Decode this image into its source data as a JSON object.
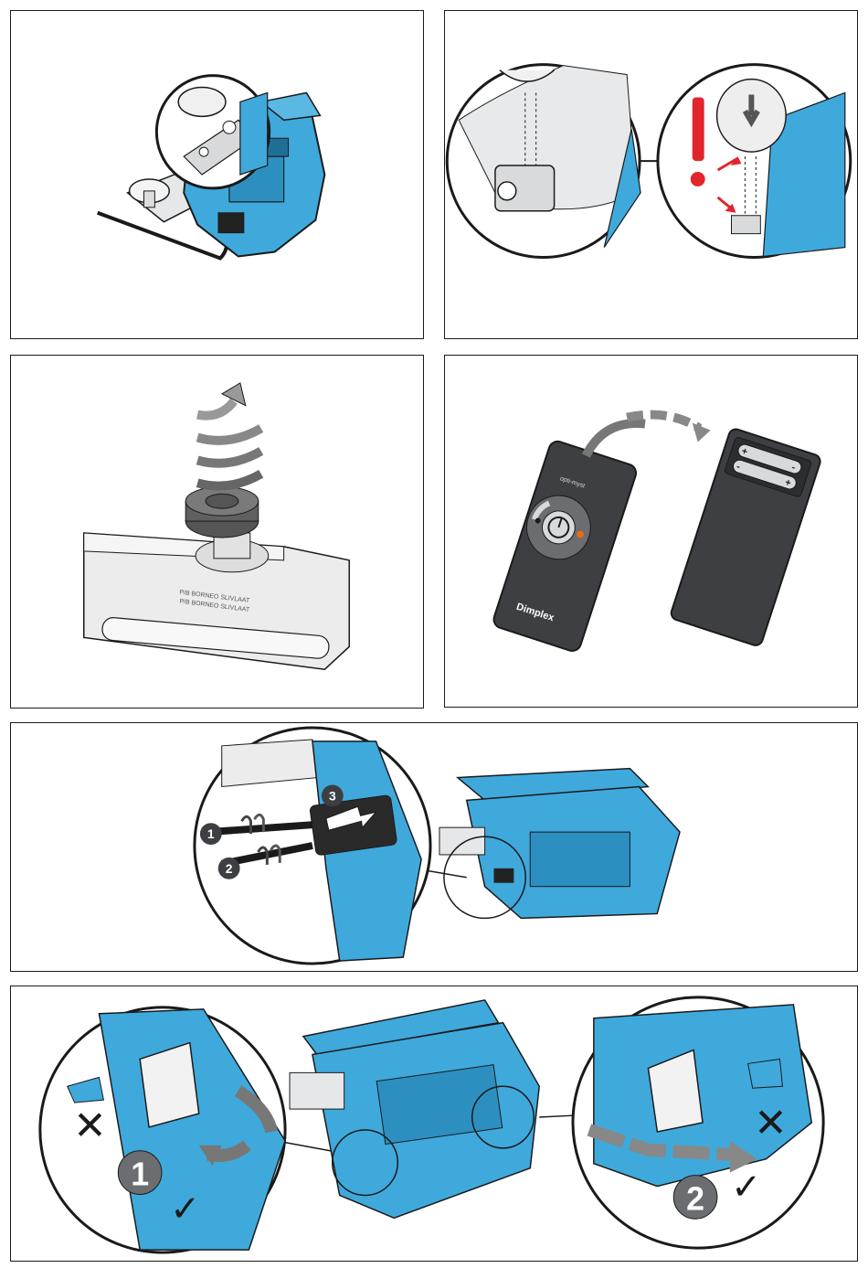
{
  "colors": {
    "device_blue": "#3fa9dc",
    "device_blue_dark": "#1f6f95",
    "outline": "#1a1a1a",
    "warning_red": "#e0262c",
    "grey_remote": "#3d3f42",
    "light_grey": "#d7d9db"
  },
  "remote": {
    "brand": "Dimplex",
    "product": "opti-myst",
    "buttons": [
      "flame-icon",
      "power-icon",
      "heat-icon"
    ]
  },
  "battery": {
    "plus_top": "+",
    "minus_top": "-",
    "minus_bottom": "-",
    "plus_bottom": "+"
  },
  "cap_text": {
    "line1": "P/B BORNEO SLIVLAAT",
    "line2": "P/B BORNEO SLIVLAAT"
  },
  "step_numbers": {
    "p5_step1": "1",
    "p5_step2": "2",
    "p5_step3": "3",
    "p6_step1": "1",
    "p6_step2": "2"
  },
  "symbols": {
    "cross": "✕",
    "check": "✓",
    "warning": "!"
  }
}
